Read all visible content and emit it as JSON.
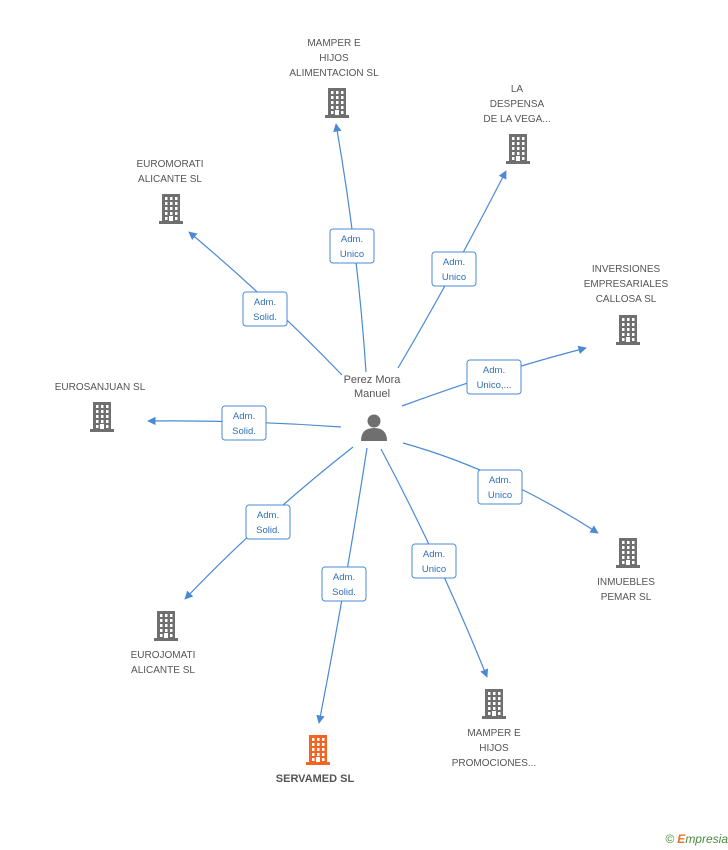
{
  "center": {
    "name_lines": [
      "Perez Mora",
      "Manuel"
    ]
  },
  "colors": {
    "edge": "#4a8ad4",
    "node": "#6f6f6f",
    "highlight": "#f26522",
    "edge_text": "#2f6fb6"
  },
  "nodes": [
    {
      "id": "mamper-alimentacion",
      "lines": [
        "MAMPER E",
        "HIJOS",
        "ALIMENTACION SL"
      ],
      "relation": [
        "Adm.",
        "Unico"
      ],
      "highlight": false
    },
    {
      "id": "la-despensa",
      "lines": [
        "LA",
        "DESPENSA",
        "DE LA VEGA..."
      ],
      "relation": [
        "Adm.",
        "Unico"
      ],
      "highlight": false
    },
    {
      "id": "euromorati",
      "lines": [
        "EUROMORATI",
        "ALICANTE  SL"
      ],
      "relation": [
        "Adm.",
        "Solid."
      ],
      "highlight": false
    },
    {
      "id": "inversiones-callosa",
      "lines": [
        "INVERSIONES",
        "EMPRESARIALES",
        "CALLOSA  SL"
      ],
      "relation": [
        "Adm.",
        "Unico,..."
      ],
      "highlight": false
    },
    {
      "id": "eurosanjuan",
      "lines": [
        "EUROSANJUAN SL"
      ],
      "relation": [
        "Adm.",
        "Solid."
      ],
      "highlight": false
    },
    {
      "id": "inmuebles-pemar",
      "lines": [
        "INMUEBLES",
        "PEMAR  SL"
      ],
      "relation": [
        "Adm.",
        "Unico"
      ],
      "highlight": false
    },
    {
      "id": "eurojomati",
      "lines": [
        "EUROJOMATI",
        "ALICANTE  SL"
      ],
      "relation": [
        "Adm.",
        "Solid."
      ],
      "highlight": false
    },
    {
      "id": "servamed",
      "lines": [
        "SERVAMED SL"
      ],
      "relation": [
        "Adm.",
        "Solid."
      ],
      "highlight": true
    },
    {
      "id": "mamper-promociones",
      "lines": [
        "MAMPER E",
        "HIJOS",
        "PROMOCIONES..."
      ],
      "relation": [
        "Adm.",
        "Unico"
      ],
      "highlight": false
    }
  ],
  "brand": {
    "copyright": "©",
    "initial": "E",
    "rest": "mpresia"
  }
}
